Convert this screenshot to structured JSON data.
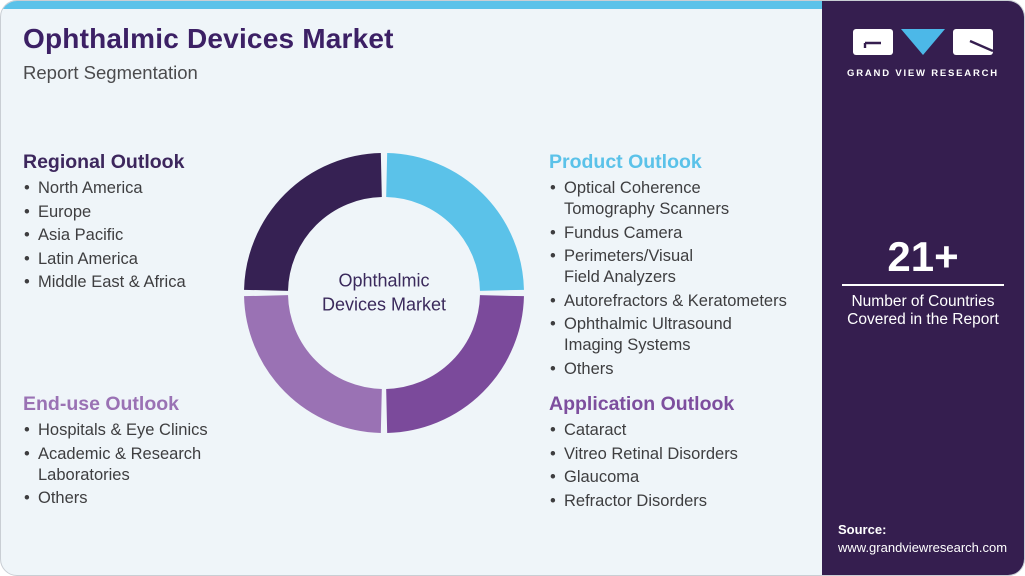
{
  "page": {
    "background": "#ffffff",
    "card_background": "#eff5f9",
    "accent_bar_color": "#5bc2e9"
  },
  "header": {
    "title": "Ophthalmic Devices Market",
    "subtitle": "Report Segmentation",
    "title_color": "#3c2065"
  },
  "sections": {
    "regional": {
      "title": "Regional Outlook",
      "color": "#3d275d",
      "items": [
        "North America",
        "Europe",
        "Asia Pacific",
        "Latin America",
        "Middle East & Africa"
      ]
    },
    "product": {
      "title": "Product Outlook",
      "color": "#5bc2e9",
      "items": [
        "Optical Coherence\nTomography Scanners",
        "Fundus Camera",
        "Perimeters/Visual\nField Analyzers",
        "Autorefractors & Keratometers",
        "Ophthalmic Ultrasound\nImaging Systems",
        "Others"
      ]
    },
    "enduse": {
      "title": "End-use Outlook",
      "color": "#9a72b4",
      "items": [
        "Hospitals & Eye Clinics",
        "Academic & Research\nLaboratories",
        "Others"
      ]
    },
    "application": {
      "title": "Application Outlook",
      "color": "#7d4e9e",
      "items": [
        "Cataract",
        "Vitreo Retinal Disorders",
        "Glaucoma",
        "Refractor Disorders"
      ]
    }
  },
  "donut": {
    "center_label": "Ophthalmic\nDevices Market",
    "center_label_color": "#3b2a5c",
    "segments": [
      {
        "name": "product",
        "color": "#5bc2e9"
      },
      {
        "name": "application",
        "color": "#7b4a9b"
      },
      {
        "name": "end-use",
        "color": "#9a72b4"
      },
      {
        "name": "regional",
        "color": "#362153"
      }
    ]
  },
  "sidebar": {
    "background": "#351e4f",
    "logo_accent_color": "#4cb8e8",
    "brand_name": "GRAND VIEW RESEARCH",
    "stat_value": "21+",
    "stat_label": "Number of Countries\nCovered in the Report",
    "source_label": "Source:",
    "source_url": "www.grandviewresearch.com"
  }
}
